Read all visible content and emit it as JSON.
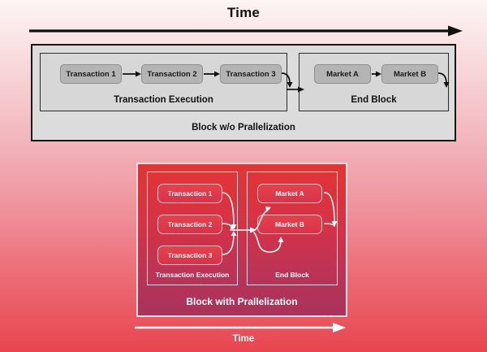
{
  "figure": {
    "title_top": "Time",
    "title_bottom": "Time"
  },
  "colors": {
    "background_top": "#fdf4f4",
    "background_bottom": "#e8454f",
    "plain_block_fill": "#dcdcdc",
    "plain_node_fill": "#b4b4b4",
    "parallel_block_top": "#e23434",
    "parallel_block_bottom": "#a8335c",
    "parallel_node_fill": "#e8404a",
    "arrow_dark": "#111111",
    "arrow_light": "#ffffff"
  },
  "top_diagram": {
    "time_axis_label": "Time",
    "block_label": "Block w/o Prallelization",
    "panels": [
      {
        "label": "Transaction Execution",
        "nodes": [
          {
            "label": "Transaction 1"
          },
          {
            "label": "Transaction 2"
          },
          {
            "label": "Transaction 3"
          }
        ]
      },
      {
        "label": "End Block",
        "nodes": [
          {
            "label": "Market A"
          },
          {
            "label": "Market B"
          }
        ]
      }
    ]
  },
  "bottom_diagram": {
    "time_axis_label": "Time",
    "block_label": "Block with Prallelization",
    "panels": [
      {
        "label": "Transaction Execution",
        "nodes": [
          {
            "label": "Transaction 1"
          },
          {
            "label": "Transaction 2"
          },
          {
            "label": "Transaction 3"
          }
        ]
      },
      {
        "label": "End Block",
        "nodes": [
          {
            "label": "Market A"
          },
          {
            "label": "Market B"
          }
        ]
      }
    ]
  }
}
